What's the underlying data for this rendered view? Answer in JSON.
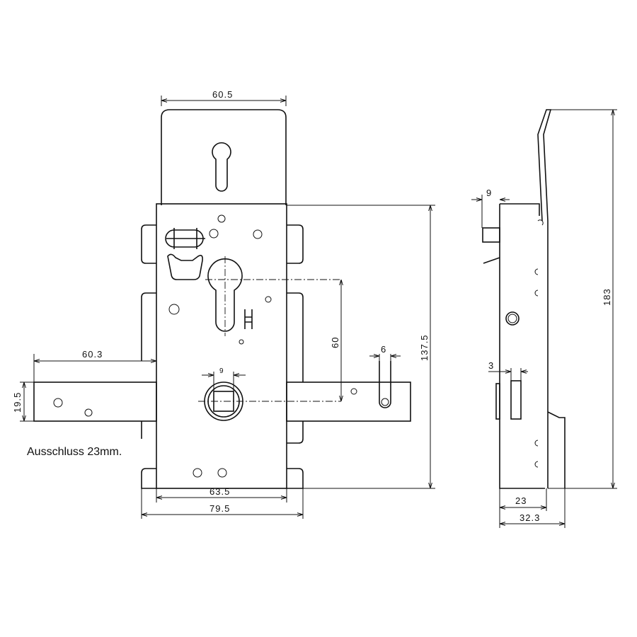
{
  "title": "Lock dimension drawing",
  "dimensions": {
    "plate_width": "60.5",
    "lock_height": "137.5",
    "backset": "60",
    "bolt_projection": "60.3",
    "bolt_height": "19.5",
    "follower_square": "9",
    "bolt_slot": "6",
    "case_width": "63.5",
    "overall_width": "79.5",
    "side_9": "9",
    "side_3": "3",
    "overall_height": "183",
    "case_depth": "23",
    "overall_depth": "32.3"
  },
  "note": "Ausschluss 23mm."
}
